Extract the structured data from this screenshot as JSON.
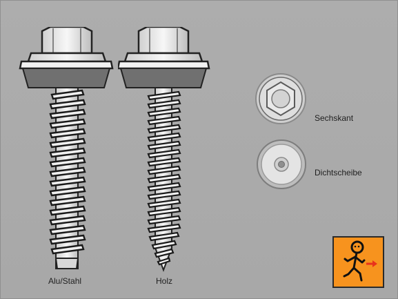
{
  "screws": {
    "alu": {
      "caption": "Alu/Stahl",
      "icon": "alu-steel-screw-icon"
    },
    "holz": {
      "caption": "Holz",
      "icon": "wood-screw-icon"
    }
  },
  "topviews": {
    "hex": {
      "label": "Sechskant",
      "icon": "hex-head-top-view-icon"
    },
    "seal": {
      "label": "Dichtscheibe",
      "icon": "sealing-washer-top-view-icon"
    }
  },
  "exit_button": {
    "icon": "running-stick-figure-exit-icon",
    "color": "#f7931e",
    "arrow_color": "#e8321c"
  },
  "colors": {
    "background": "#a9a9a9",
    "washer": "#707070"
  }
}
